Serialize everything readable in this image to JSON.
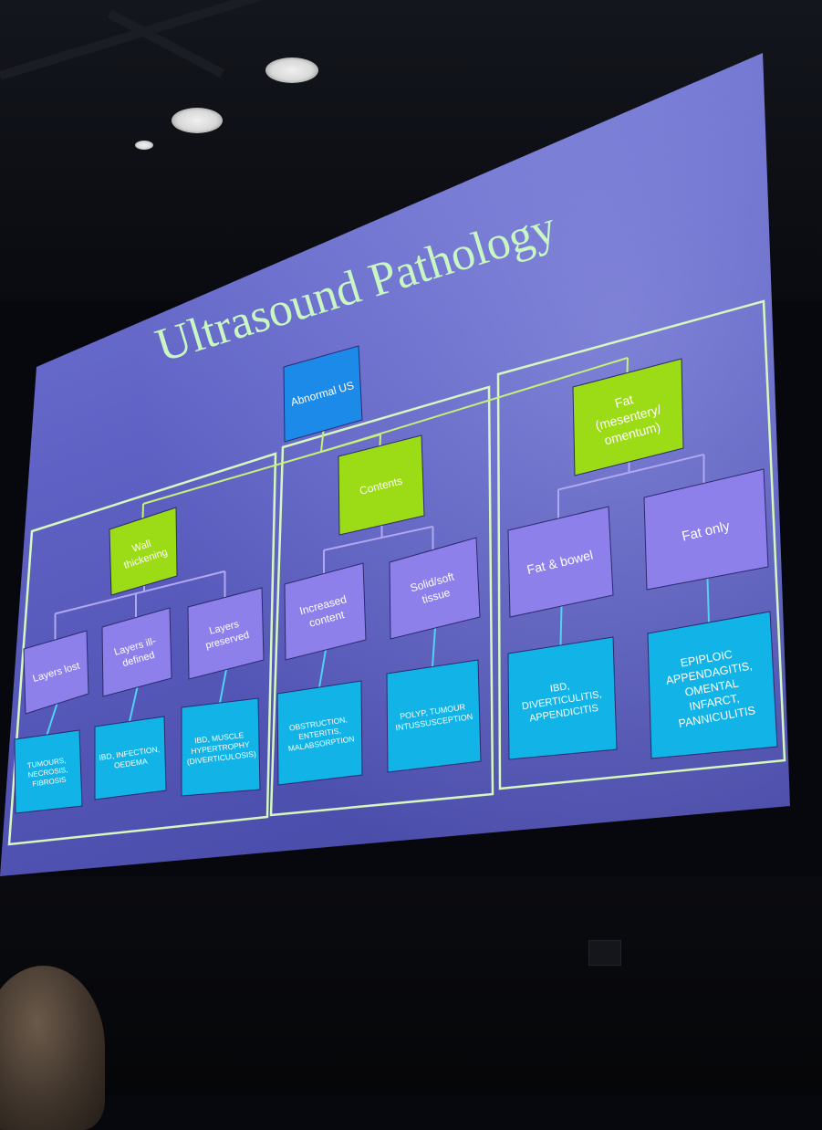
{
  "slide": {
    "title": "Ultrasound Pathology"
  },
  "colors": {
    "slide_background": "#5a5dbd",
    "title_text": "#c9f7c4",
    "root_box": "#1c8ae8",
    "green_box": "#9bdc16",
    "purple_box": "#8d80ea",
    "blue_box": "#12b3e6",
    "panel_border": "#d6f7c0",
    "connector_green": "#c7f07a",
    "connector_purple": "#b0a8f2",
    "connector_blue": "#4fd2f4"
  },
  "diagram": {
    "root": {
      "label": [
        "Abnormal US"
      ]
    },
    "branches": [
      {
        "id": "wall",
        "label": [
          "Wall",
          "thickening"
        ],
        "children": [
          {
            "label": [
              "Layers lost"
            ],
            "finding": [
              "TUMOURS,",
              "NECROSIS,",
              "FIBROSIS"
            ]
          },
          {
            "label": [
              "Layers ill-",
              "defined"
            ],
            "finding": [
              "IBD, INFECTION,",
              "OEDEMA"
            ]
          },
          {
            "label": [
              "Layers",
              "preserved"
            ],
            "finding": [
              "IBD, MUSCLE",
              "HYPERTROPHY",
              "(DIVERTICULOSIS)"
            ]
          }
        ]
      },
      {
        "id": "contents",
        "label": [
          "Contents"
        ],
        "children": [
          {
            "label": [
              "Increased",
              "content"
            ],
            "finding": [
              "OBSTRUCTION,",
              "ENTERITIS,",
              "MALABSORPTION"
            ]
          },
          {
            "label": [
              "Solid/soft",
              "tissue"
            ],
            "finding": [
              "POLYP, TUMOUR",
              "INTUSSUSCEPTION"
            ]
          }
        ]
      },
      {
        "id": "fat",
        "label": [
          "Fat",
          "(mesentery/",
          "omentum)"
        ],
        "children": [
          {
            "label": [
              "Fat & bowel"
            ],
            "finding": [
              "IBD,",
              "DIVERTICULITIS,",
              "APPENDICITIS"
            ]
          },
          {
            "label": [
              "Fat only"
            ],
            "finding": [
              "EPIPLOIC",
              "APPENDAGITIS,",
              "OMENTAL",
              "INFARCT,",
              "PANNICULITIS"
            ]
          }
        ]
      }
    ]
  }
}
